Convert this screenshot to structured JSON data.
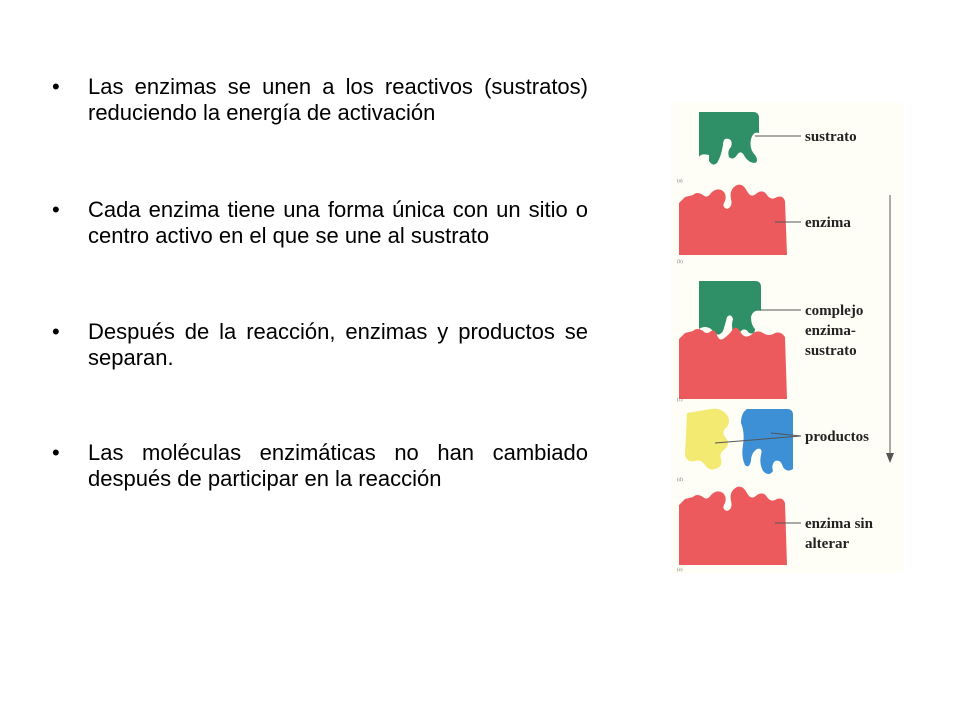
{
  "bullets": [
    {
      "text": "Las enzimas se unen a los reactivos (sustratos) reduciendo la energía de activación"
    },
    {
      "text": "Cada enzima tiene una forma única con un sitio o centro activo en el que se une al sustrato"
    },
    {
      "text": "Después de la reacción, enzimas y productos se separan."
    },
    {
      "text": "Las moléculas enzimáticas no han cambiado después de participar en la reacción"
    }
  ],
  "figure": {
    "labels": {
      "sustrato": "sustrato",
      "enzima": "enzima",
      "complejo_1": "complejo",
      "complejo_2": "enzima-",
      "complejo_3": "sustrato",
      "productos": "productos",
      "enzima_sin_1": "enzima sin",
      "enzima_sin_2": "alterar"
    },
    "panel_marks": [
      "(a)",
      "(b)",
      "(c)",
      "(d)",
      "(e)"
    ],
    "colors": {
      "substrate": "#2f8f66",
      "enzyme": "#ec5a5e",
      "product_yellow": "#f3ea72",
      "product_blue": "#3d8fd6",
      "background": "#fefef6"
    }
  }
}
